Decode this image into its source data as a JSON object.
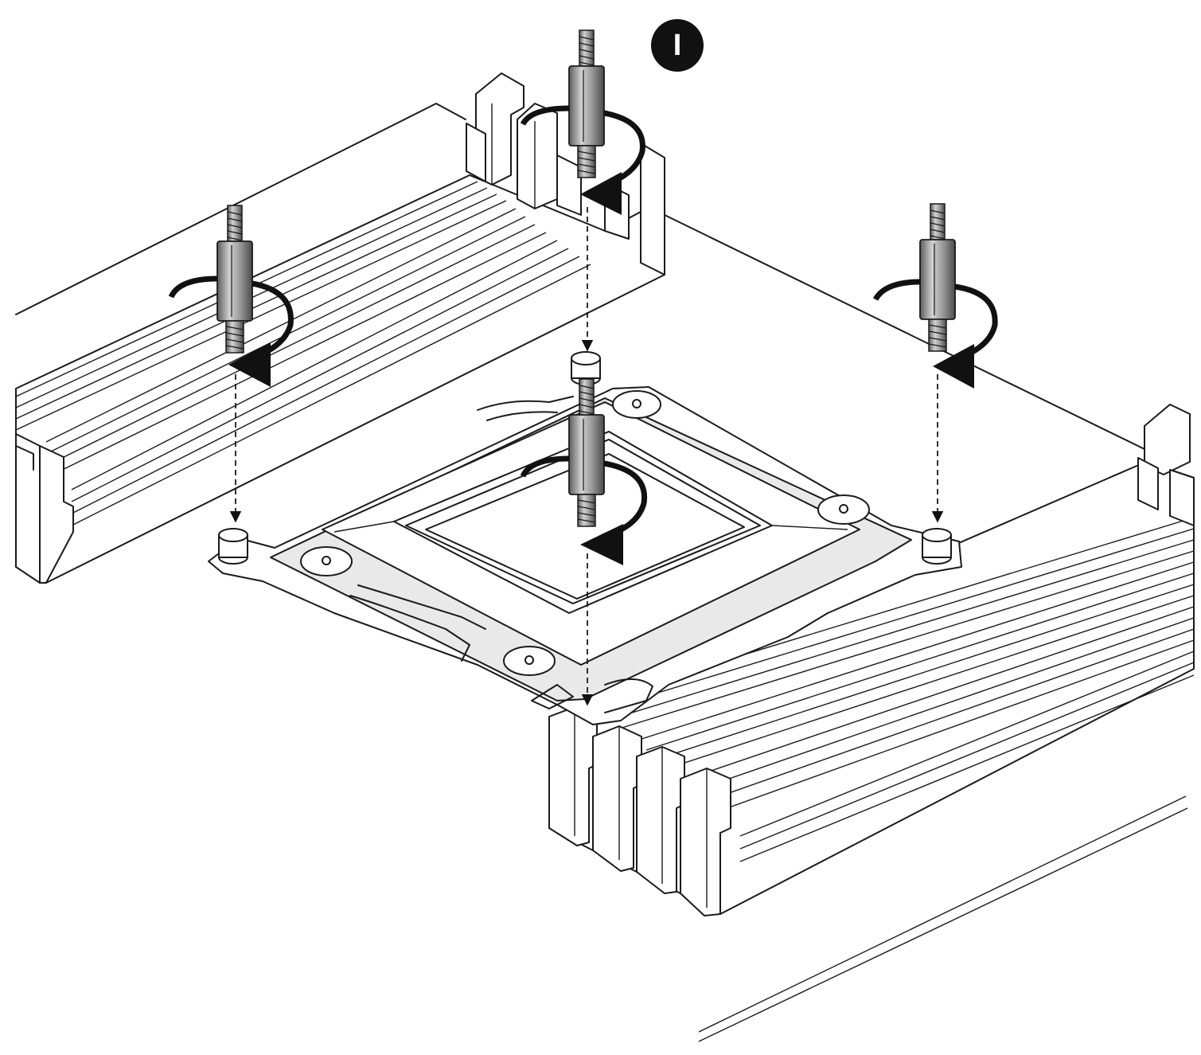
{
  "step_badge": {
    "label": "I",
    "color": "#111111",
    "text_color": "#ffffff"
  },
  "figure": {
    "standoff_count": 4,
    "rotation_direction": "clockwise",
    "icons": [
      "standoff-screw-icon",
      "rotation-arrow-icon",
      "dashed-guide-arrow-icon"
    ],
    "line_color": "#1a1a1a",
    "standoff_shade": "#9a9a9a"
  }
}
